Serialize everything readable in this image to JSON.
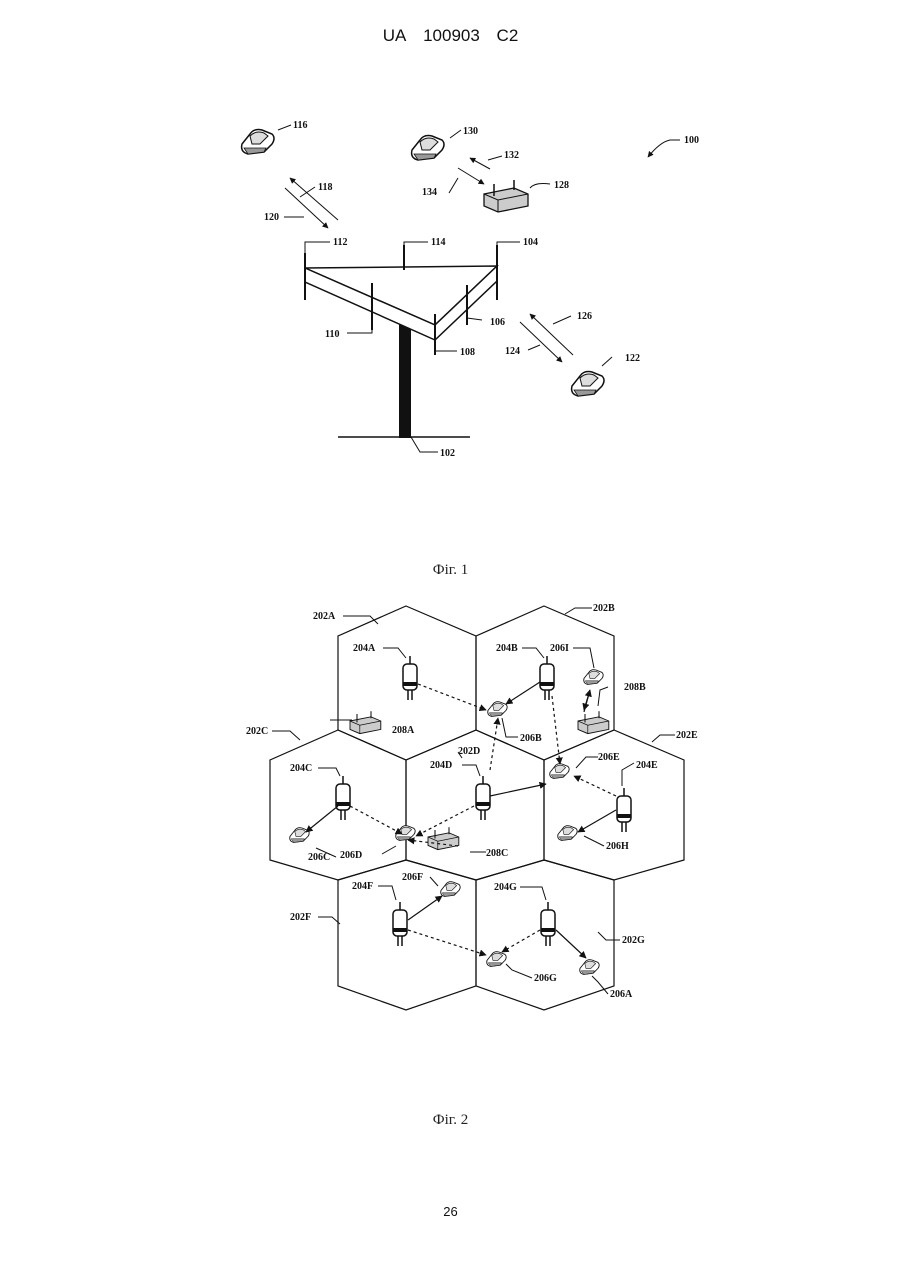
{
  "header": {
    "office": "UA",
    "number": "100903",
    "kind": "C2"
  },
  "figure1": {
    "caption": "Фіг. 1",
    "labels": {
      "system": "100",
      "tower": "102",
      "node": "104",
      "antenna_group_a": "106",
      "antenna_a": "108",
      "antenna_b": "110",
      "antenna_c": "112",
      "antenna_d": "114",
      "terminal_1": "116",
      "forward_link_1": "118",
      "reverse_link_1": "120",
      "terminal_2": "122",
      "forward_link_2": "124",
      "reverse_link_2": "126",
      "femto_node": "128",
      "terminal_3": "130",
      "forward_link_3": "132",
      "reverse_link_3": "134"
    }
  },
  "figure2": {
    "caption": "Фіг. 2",
    "cells": [
      "202A",
      "202B",
      "202C",
      "202D",
      "202E",
      "202F",
      "202G"
    ],
    "access_points": [
      "204A",
      "204B",
      "204C",
      "204D",
      "204E",
      "204F",
      "204G"
    ],
    "terminals": [
      "206A",
      "206B",
      "206C",
      "206D",
      "206E",
      "206F",
      "206G",
      "206H",
      "206I"
    ],
    "femto_nodes": [
      "208A",
      "208B",
      "208C"
    ]
  },
  "page_number": "26",
  "colors": {
    "ink": "#111111",
    "paper": "#ffffff"
  }
}
